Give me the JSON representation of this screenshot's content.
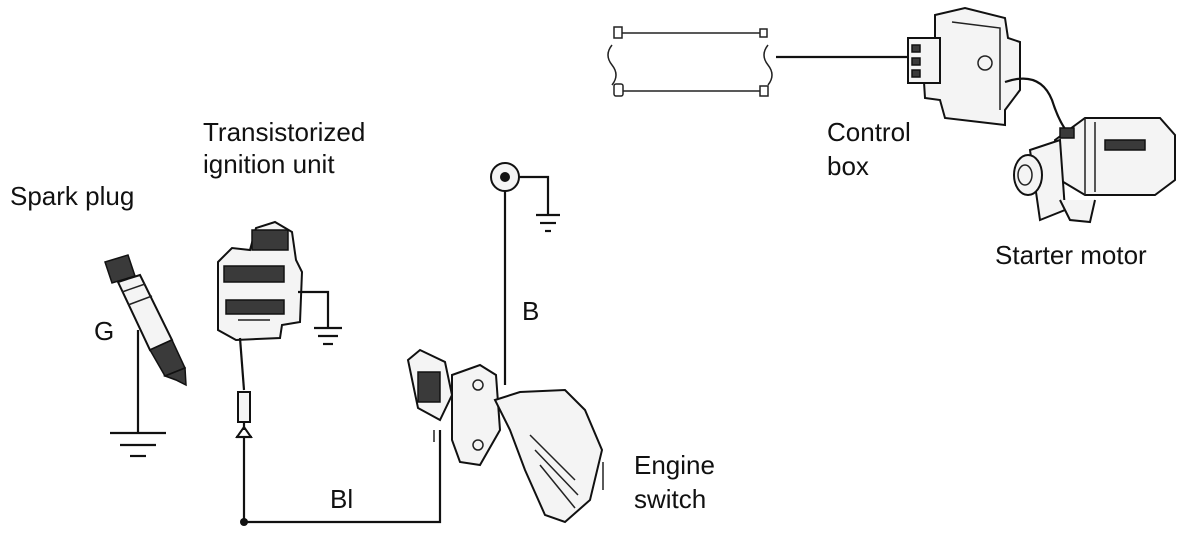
{
  "labels": {
    "transistorized_line1": "Transistorized",
    "transistorized_line2": "ignition unit",
    "spark_plug": "Spark plug",
    "control_line1": "Control",
    "control_line2": "box",
    "starter_motor": "Starter motor",
    "engine_line1": "Engine",
    "engine_line2": "switch",
    "wire_b": "B",
    "wire_bl": "Bl",
    "fragment_g": "G"
  }
}
